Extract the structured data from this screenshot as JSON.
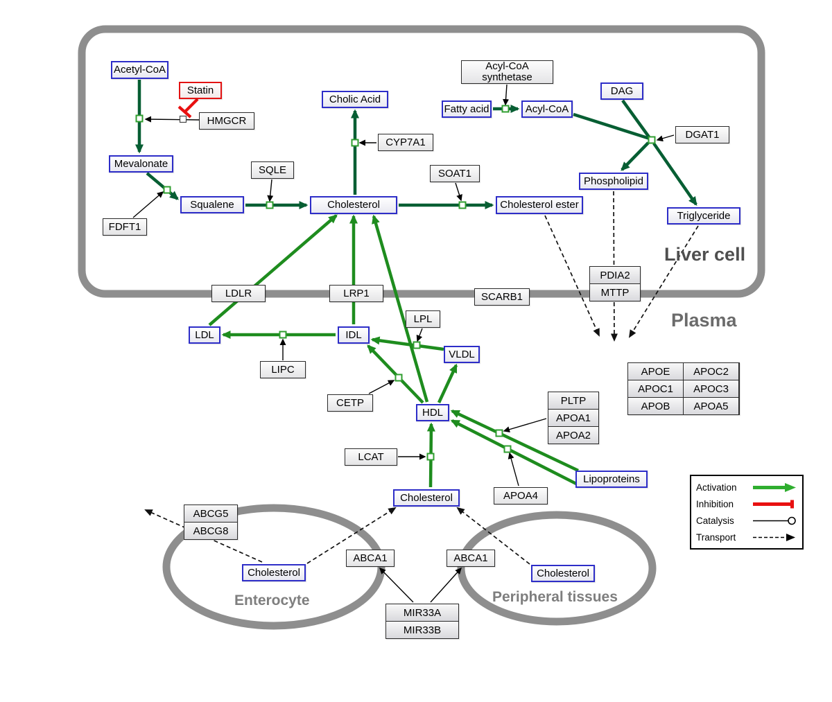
{
  "compartments": {
    "liver_label": "Liver cell",
    "plasma_label": "Plasma",
    "enterocyte_label": "Enterocyte",
    "peripheral_label": "Peripheral tissues"
  },
  "nodes": {
    "acetyl_coa": "Acetyl-CoA",
    "statin": "Statin",
    "hmgcr": "HMGCR",
    "mevalonate": "Mevalonate",
    "fdft1": "FDFT1",
    "squalene": "Squalene",
    "sqle": "SQLE",
    "cholesterol_liver": "Cholesterol",
    "cholic_acid": "Cholic Acid",
    "cyp7a1": "CYP7A1",
    "soat1": "SOAT1",
    "cholesterol_ester": "Cholesterol ester",
    "acyl_coa_synthetase_1": "Acyl-CoA",
    "acyl_coa_synthetase_2": "synthetase",
    "fatty_acid": "Fatty acid",
    "acyl_coa": "Acyl-CoA",
    "dag": "DAG",
    "dgat1": "DGAT1",
    "phospholipid": "Phospholipid",
    "triglyceride": "Triglyceride",
    "ldlr": "LDLR",
    "lrp1": "LRP1",
    "scarb1": "SCARB1",
    "pdia2": "PDIA2",
    "mttp": "MTTP",
    "ldl": "LDL",
    "idl": "IDL",
    "lpl": "LPL",
    "vldl": "VLDL",
    "lipc": "LIPC",
    "cetp": "CETP",
    "hdl": "HDL",
    "lcat": "LCAT",
    "pltp": "PLTP",
    "apoa1": "APOA1",
    "apoa2": "APOA2",
    "apoa4": "APOA4",
    "lipoproteins": "Lipoproteins",
    "cholesterol_plasma": "Cholesterol",
    "abcg5": "ABCG5",
    "abcg8": "ABCG8",
    "cholesterol_enterocyte": "Cholesterol",
    "abca1_enterocyte": "ABCA1",
    "abca1_peripheral": "ABCA1",
    "cholesterol_peripheral": "Cholesterol",
    "mir33a": "MIR33A",
    "mir33b": "MIR33B"
  },
  "apo_table": {
    "rows": [
      [
        "APOE",
        "APOC2"
      ],
      [
        "APOC1",
        "APOC3"
      ],
      [
        "APOB",
        "APOA5"
      ]
    ]
  },
  "legend": {
    "activation": "Activation",
    "inhibition": "Inhibition",
    "catalysis": "Catalysis",
    "transport": "Transport"
  },
  "colors": {
    "activation_green_dark": "#075e33",
    "activation_green": "#1e8c1e",
    "legend_green": "#2fae2f",
    "inhibition_red": "#e81010",
    "metabolite_border_blue": "#2d2dc8",
    "membrane_gray": "#8e8e8e"
  }
}
